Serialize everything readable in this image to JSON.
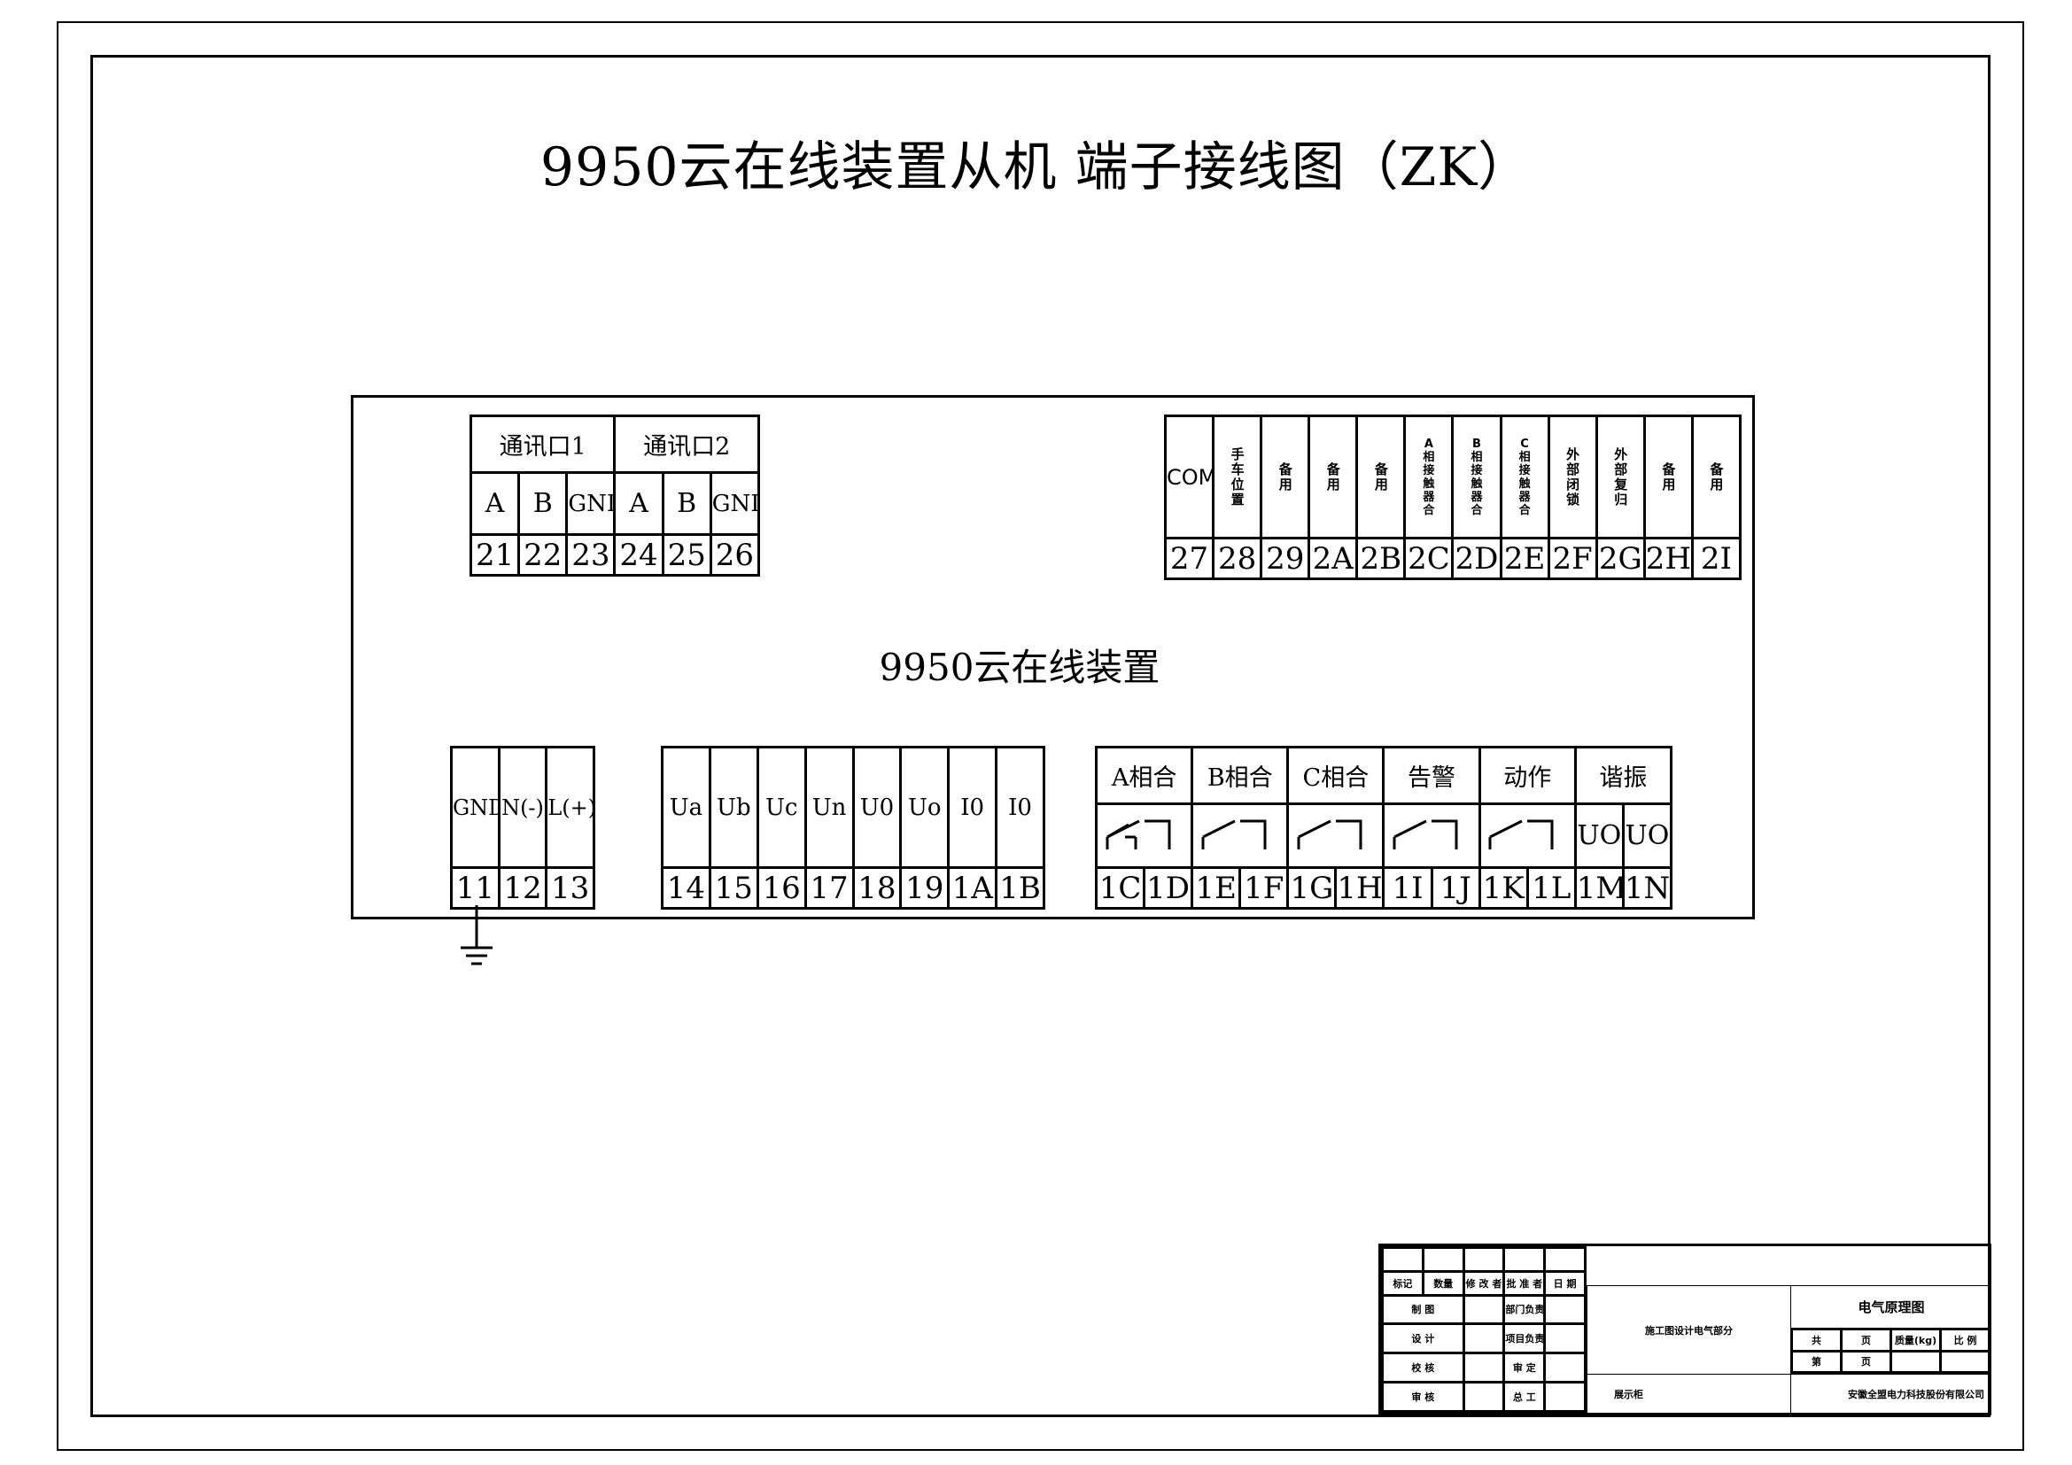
{
  "title": "9950云在线装置从机 端子接线图（ZK）",
  "device_label": "9950云在线装置",
  "comm_block": {
    "groups": [
      "通讯口1",
      "通讯口2"
    ],
    "labels": [
      "A",
      "B",
      "GND",
      "A",
      "B",
      "GND"
    ],
    "numbers": [
      "21",
      "22",
      "23",
      "24",
      "25",
      "26"
    ]
  },
  "io_block": {
    "labels": [
      "COM",
      "手车位置",
      "备用",
      "备用",
      "备用",
      "A相接触器合",
      "B相接触器合",
      "C相接触器合",
      "外部闭锁",
      "外部复归",
      "备用",
      "备用"
    ],
    "numbers": [
      "27",
      "28",
      "29",
      "2A",
      "2B",
      "2C",
      "2D",
      "2E",
      "2F",
      "2G",
      "2H",
      "2I"
    ]
  },
  "power_block": {
    "labels": [
      "GND",
      "N(-)",
      "L(+)"
    ],
    "numbers": [
      "11",
      "12",
      "13"
    ]
  },
  "measure_block": {
    "labels": [
      "Ua",
      "Ub",
      "Uc",
      "Un",
      "U0",
      "Uo",
      "I0",
      "I0"
    ],
    "numbers": [
      "14",
      "15",
      "16",
      "17",
      "18",
      "19",
      "1A",
      "1B"
    ]
  },
  "relay_block": {
    "headers": [
      "A相合",
      "B相合",
      "C相合",
      "告警",
      "动作",
      "谐振"
    ],
    "resonance_labels": [
      "UO",
      "UO"
    ],
    "numbers": [
      "1C",
      "1D",
      "1E",
      "1F",
      "1G",
      "1H",
      "1I",
      "1J",
      "1K",
      "1L",
      "1M",
      "1N"
    ]
  },
  "title_block": {
    "revision_headers": [
      "标记",
      "数量",
      "修 改 者",
      "批 准 者",
      "日 期"
    ],
    "roles": [
      "制 图",
      "设 计",
      "校 核",
      "审 核"
    ],
    "dept_roles": [
      "部门负责人",
      "项目负责人",
      "审 定",
      "总 工"
    ],
    "stage": "施工图设计电气部分",
    "drawing_name": "电气原理图",
    "meta": [
      "共",
      "页",
      "质量(kg)",
      "比 例",
      "第",
      "页"
    ],
    "project": "展示柜",
    "company": "安徽全盟电力科技股份有限公司"
  }
}
